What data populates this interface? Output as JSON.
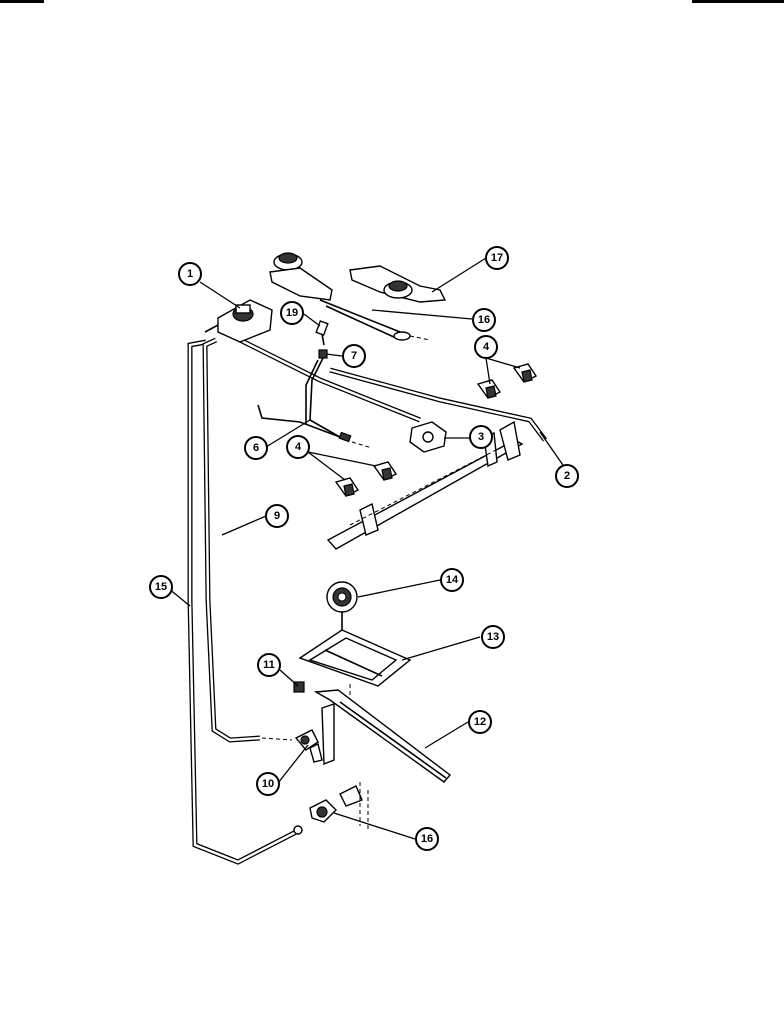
{
  "diagram": {
    "callouts": [
      {
        "id": "c1",
        "label": "1"
      },
      {
        "id": "c2",
        "label": "2"
      },
      {
        "id": "c3",
        "label": "3"
      },
      {
        "id": "c4a",
        "label": "4"
      },
      {
        "id": "c4b",
        "label": "4"
      },
      {
        "id": "c6",
        "label": "6"
      },
      {
        "id": "c7",
        "label": "7"
      },
      {
        "id": "c9",
        "label": "9"
      },
      {
        "id": "c10",
        "label": "10"
      },
      {
        "id": "c11",
        "label": "11"
      },
      {
        "id": "c12",
        "label": "12"
      },
      {
        "id": "c13",
        "label": "13"
      },
      {
        "id": "c14",
        "label": "14"
      },
      {
        "id": "c15",
        "label": "15"
      },
      {
        "id": "c16a",
        "label": "16"
      },
      {
        "id": "c16b",
        "label": "16"
      },
      {
        "id": "c17",
        "label": "17"
      },
      {
        "id": "c19",
        "label": "19"
      }
    ]
  },
  "colors": {
    "line": "#000000",
    "background": "#ffffff"
  }
}
